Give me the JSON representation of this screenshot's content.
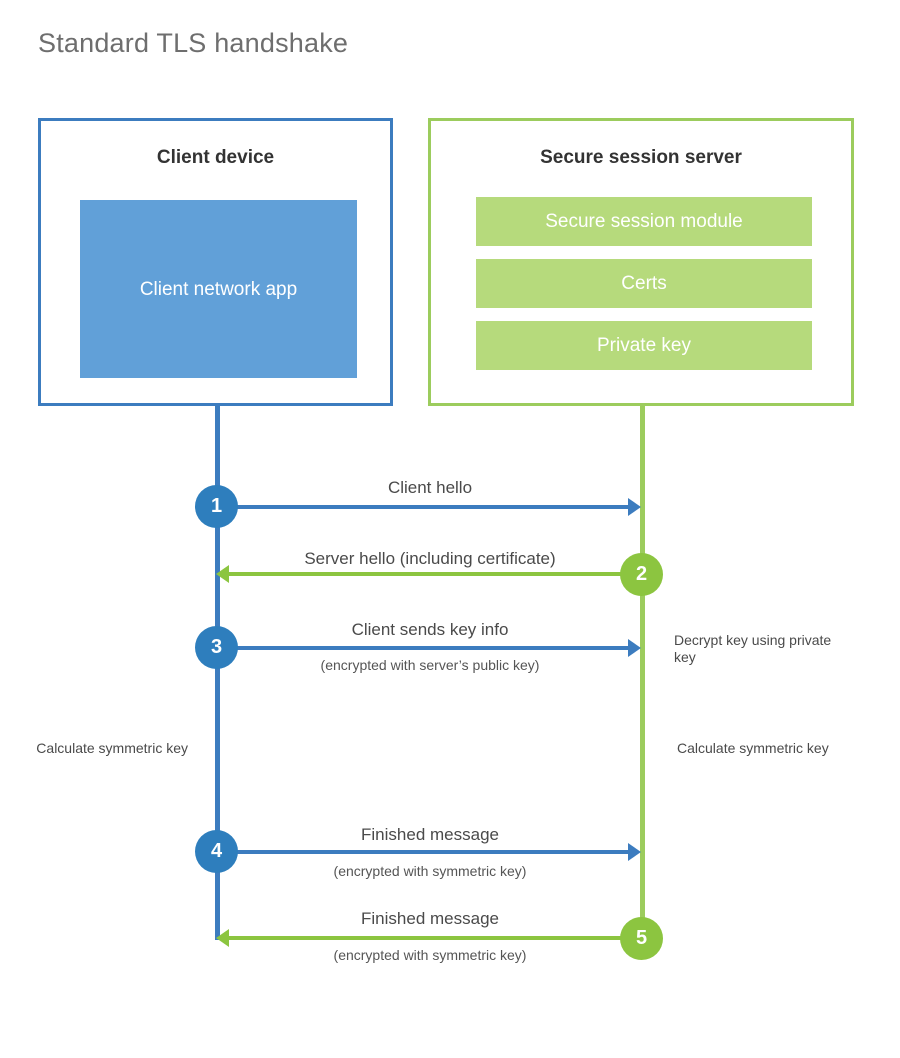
{
  "title": "Standard TLS handshake",
  "colors": {
    "client_border": "#3c7cbf",
    "client_app_fill": "#61a0d8",
    "server_border": "#9ccc5d",
    "server_item_fill": "#b6da7c",
    "client_line": "#3c7cbf",
    "server_line": "#9ccc5d",
    "step_blue": "#2e7ebd",
    "step_green": "#8cc540",
    "title_text": "#6e6e6e",
    "body_text": "#4a4a4a"
  },
  "client": {
    "title": "Client device",
    "app_label": "Client network app"
  },
  "server": {
    "title": "Secure session server",
    "items": [
      {
        "label": "Secure session module"
      },
      {
        "label": "Certs"
      },
      {
        "label": "Private key"
      }
    ]
  },
  "steps": [
    {
      "number": "1",
      "label": "Client hello",
      "sublabel": "",
      "direction": "client-to-server",
      "color": "blue"
    },
    {
      "number": "2",
      "label": "Server hello (including certificate)",
      "sublabel": "",
      "direction": "server-to-client",
      "color": "green"
    },
    {
      "number": "3",
      "label": "Client sends key info",
      "sublabel": "(encrypted with server’s public key)",
      "direction": "client-to-server",
      "color": "blue"
    },
    {
      "number": "4",
      "label": "Finished message",
      "sublabel": "(encrypted with symmetric key)",
      "direction": "client-to-server",
      "color": "blue"
    },
    {
      "number": "5",
      "label": "Finished message",
      "sublabel": "(encrypted with symmetric key)",
      "direction": "server-to-client",
      "color": "green"
    }
  ],
  "annotations": {
    "decrypt_key": "Decrypt key using private key",
    "client_calculate": "Calculate symmetric key",
    "server_calculate": "Calculate symmetric key"
  }
}
